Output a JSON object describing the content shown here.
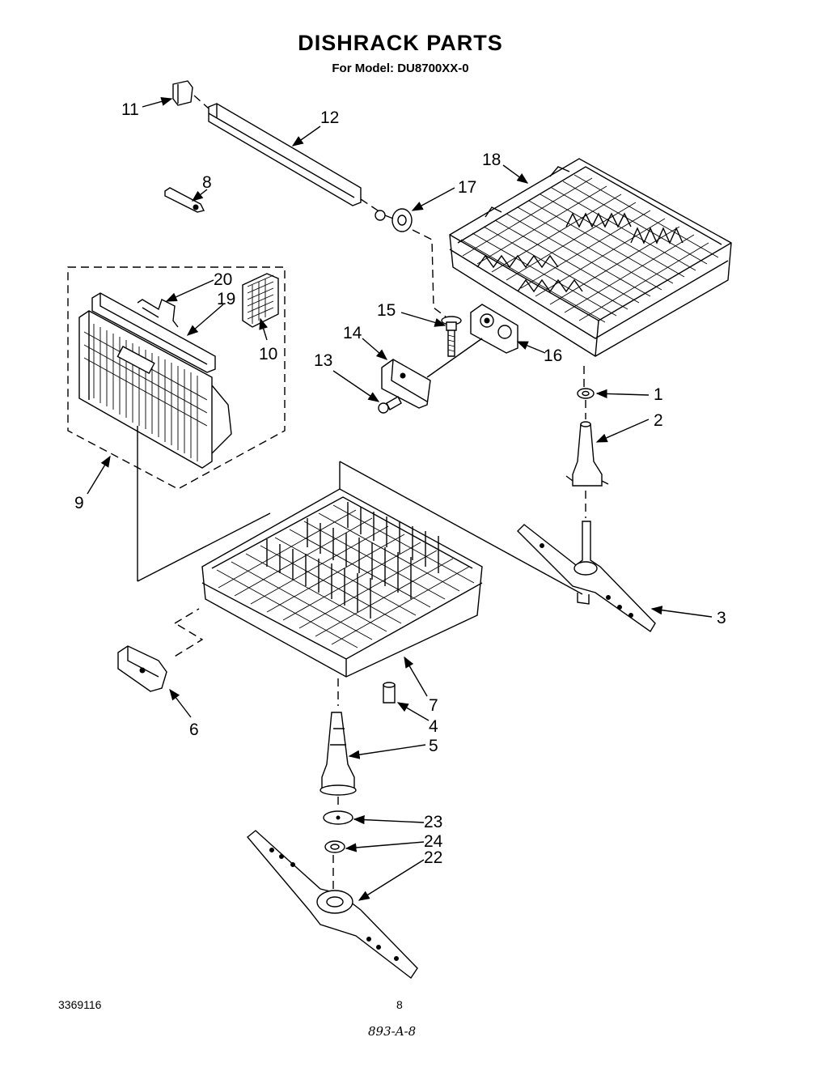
{
  "header": {
    "title": "DISHRACK PARTS",
    "subtitle": "For Model: DU8700XX-0"
  },
  "callouts": [
    {
      "label": "1"
    },
    {
      "label": "2"
    },
    {
      "label": "3"
    },
    {
      "label": "4"
    },
    {
      "label": "5"
    },
    {
      "label": "6"
    },
    {
      "label": "7"
    },
    {
      "label": "8"
    },
    {
      "label": "9"
    },
    {
      "label": "10"
    },
    {
      "label": "11"
    },
    {
      "label": "12"
    },
    {
      "label": "13"
    },
    {
      "label": "14"
    },
    {
      "label": "15"
    },
    {
      "label": "16"
    },
    {
      "label": "17"
    },
    {
      "label": "18"
    },
    {
      "label": "19"
    },
    {
      "label": "20"
    },
    {
      "label": "22"
    },
    {
      "label": "23"
    },
    {
      "label": "24"
    }
  ],
  "footer": {
    "doc_number": "3369116",
    "page_number": "8",
    "handwritten_note": "893-A-8"
  }
}
